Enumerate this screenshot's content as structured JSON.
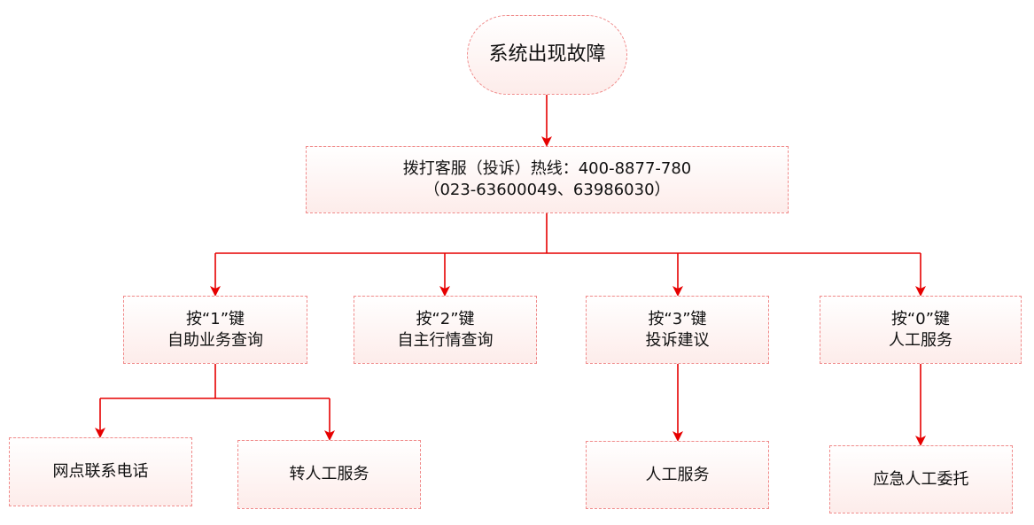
{
  "colors": {
    "connector": "#e60000",
    "node_border": "#f08a8a",
    "node_fill_bottom": "#fdecea"
  },
  "root": {
    "label": "系统出现故障"
  },
  "hotline": {
    "line1": "拨打客服（投诉）热线：400-8877-780",
    "line2": "（023-63600049、63986030）"
  },
  "options": [
    {
      "line1": "按“1”键",
      "line2": "自助业务查询"
    },
    {
      "line1": "按“2”键",
      "line2": "自主行情查询"
    },
    {
      "line1": "按“3”键",
      "line2": "投诉建议"
    },
    {
      "line1": "按“0”键",
      "line2": "人工服务"
    }
  ],
  "leaves": [
    {
      "label": "网点联系电话"
    },
    {
      "label": "转人工服务"
    },
    {
      "label": "人工服务"
    },
    {
      "label": "应急人工委托"
    }
  ]
}
